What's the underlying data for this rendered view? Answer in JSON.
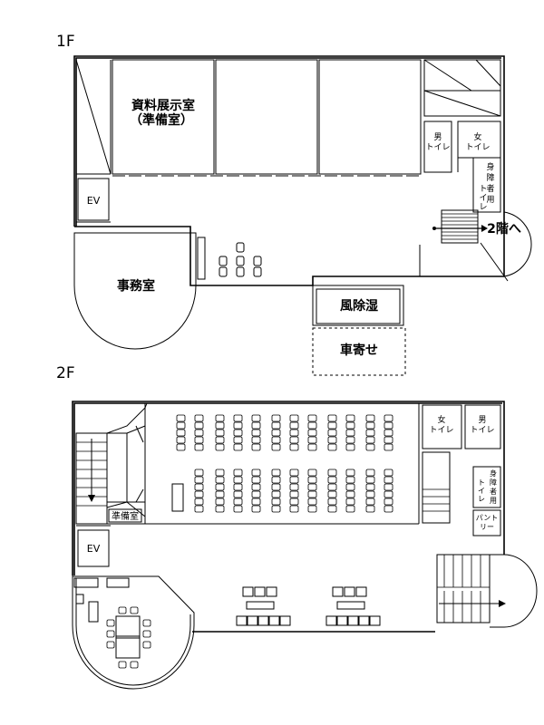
{
  "floors": {
    "f1": {
      "label": "1F",
      "rooms": {
        "archive_line1": "資料展示室",
        "archive_line2": "（準備室）",
        "ev": "EV",
        "men": "男",
        "women": "女",
        "toilet": "トイレ",
        "toilet_split": [
          "ト",
          "イ",
          "レ"
        ],
        "accessible_chars": [
          "身",
          "障",
          "者",
          "用"
        ],
        "office": "事務室",
        "vestibule": "風除湿",
        "car_porch": "車寄せ",
        "to_2f": "2階へ"
      }
    },
    "f2": {
      "label": "2F",
      "rooms": {
        "prep": "準備室",
        "ev": "EV",
        "women": "女",
        "men": "男",
        "toilet": "トイレ",
        "toilet_split": [
          "ト",
          "イ",
          "レ"
        ],
        "accessible_chars": [
          "身",
          "障",
          "者",
          "用"
        ],
        "pantry_line1": "パント",
        "pantry_line2": "リー"
      }
    }
  },
  "icons": {
    "stair_arrow": "arrow-right-icon",
    "stair_down_arrow": "arrow-down-icon"
  },
  "colors": {
    "ink": "#000000",
    "background": "#ffffff"
  }
}
